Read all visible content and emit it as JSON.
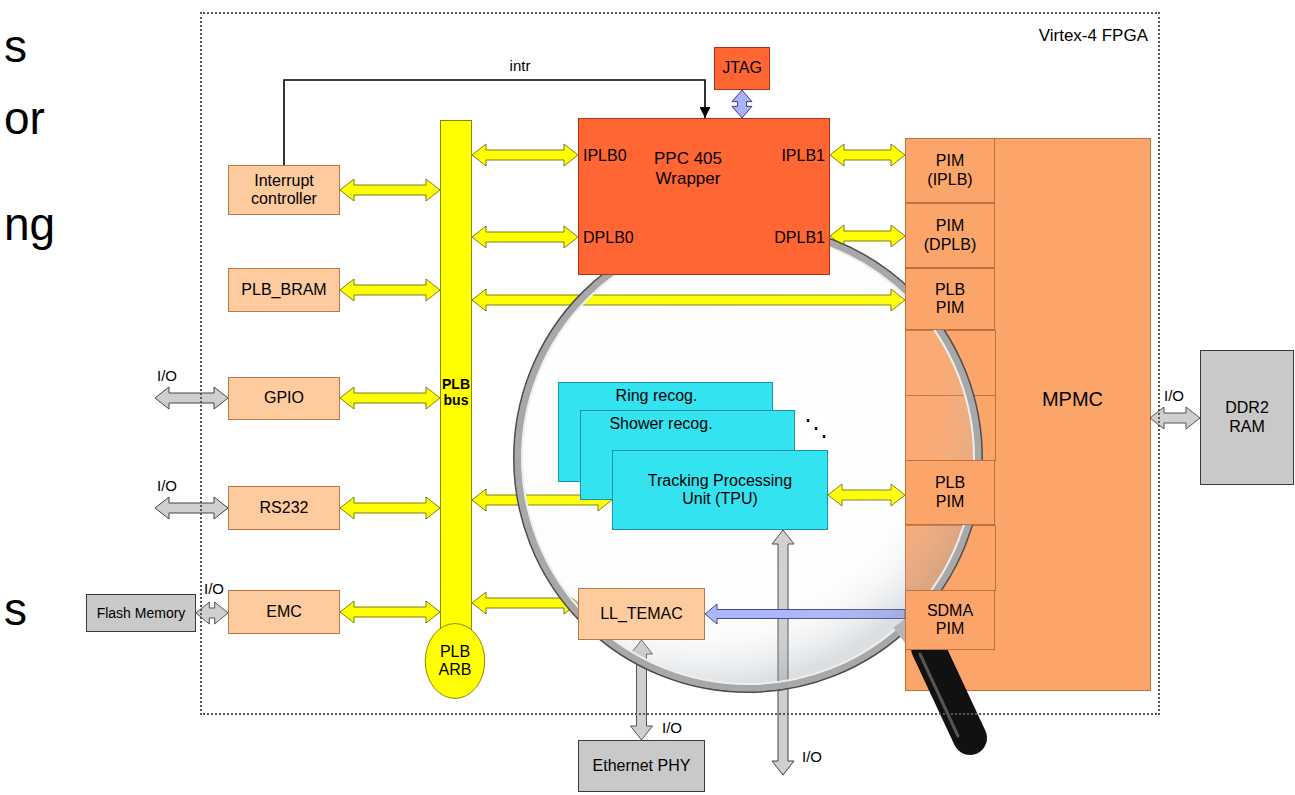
{
  "diagram": {
    "nodes": [
      {
        "text": [
          "Virtex-4 FPGA"
        ]
      },
      {
        "text": [
          "JTAG"
        ],
        "in": 0
      },
      {
        "text": [
          "Interrupt controller"
        ],
        "in": 0
      },
      {
        "text": [
          "PLB bus"
        ],
        "in": 0
      },
      {
        "text": [
          "PPC 405 Wrapper",
          "IPLB0",
          "IPLB1",
          "DPLB0",
          "DPLB1"
        ],
        "in": 0
      },
      {
        "text": [
          "MPMC"
        ],
        "in": 0
      },
      {
        "text": [
          "PIM (IPLB)"
        ],
        "in": 5
      },
      {
        "text": [
          "PIM (DPLB)"
        ],
        "in": 5
      },
      {
        "text": [
          "PLB PIM"
        ],
        "in": 5
      },
      {
        "text": [
          "PLB_BRAM"
        ],
        "in": 0
      },
      {
        "text": [
          "GPIO"
        ],
        "in": 0
      },
      {
        "text": [
          "Ring recog."
        ],
        "in": 0
      },
      {
        "text": [
          "Shower recog."
        ],
        "in": 0
      },
      {
        "text": [
          "Tracking Processing Unit (TPU)"
        ],
        "in": 0
      },
      {
        "text": [
          "PLB PIM"
        ],
        "in": 5
      },
      {
        "text": [
          "DDR2 RAM"
        ]
      },
      {
        "text": [
          "RS232"
        ],
        "in": 0
      },
      {
        "text": [
          "SDMA PIM"
        ],
        "in": 5
      },
      {
        "text": [
          "EMC"
        ],
        "in": 0
      },
      {
        "text": [
          "Flash Memory"
        ]
      },
      {
        "text": [
          "LL_TEMAC"
        ],
        "in": 0
      },
      {
        "text": [
          "PLB ARB"
        ],
        "in": 0
      },
      {
        "text": [
          "Ethernet PHY"
        ]
      }
    ],
    "edges": [
      {
        "from": 2,
        "to": 4,
        "arrow": "to",
        "label": "intr"
      },
      {
        "from": 1,
        "to": 4,
        "arrow": "both"
      },
      {
        "from": 2,
        "to": 3,
        "arrow": "both"
      },
      {
        "from": 3,
        "to": 4,
        "arrow": "both"
      },
      {
        "from": 3,
        "to": 4,
        "arrow": "both"
      },
      {
        "from": 4,
        "to": 6,
        "arrow": "both"
      },
      {
        "from": 4,
        "to": 7,
        "arrow": "both"
      },
      {
        "from": 9,
        "to": 3,
        "arrow": "both"
      },
      {
        "from": 3,
        "to": 8,
        "arrow": "both"
      },
      {
        "from": 10,
        "to": 3,
        "arrow": "both"
      },
      {
        "from": 3,
        "to": 13,
        "arrow": "both"
      },
      {
        "from": 13,
        "to": 14,
        "arrow": "both"
      },
      {
        "from": 5,
        "to": 15,
        "arrow": "both",
        "label": "I/O"
      },
      {
        "from": 16,
        "to": 3,
        "arrow": "both"
      },
      {
        "from": 17,
        "to": 20,
        "arrow": "to"
      },
      {
        "from": 19,
        "to": 18,
        "arrow": "both",
        "label": "I/O"
      },
      {
        "from": 18,
        "to": 3,
        "arrow": "both"
      },
      {
        "from": 3,
        "to": 20,
        "arrow": "both"
      },
      {
        "from": 20,
        "to": 22,
        "arrow": "both",
        "label": "I/O"
      }
    ],
    "labels": [
      "s",
      "or",
      "ng",
      "s",
      "I/O",
      "I/O",
      "I/O",
      "⋱"
    ]
  }
}
